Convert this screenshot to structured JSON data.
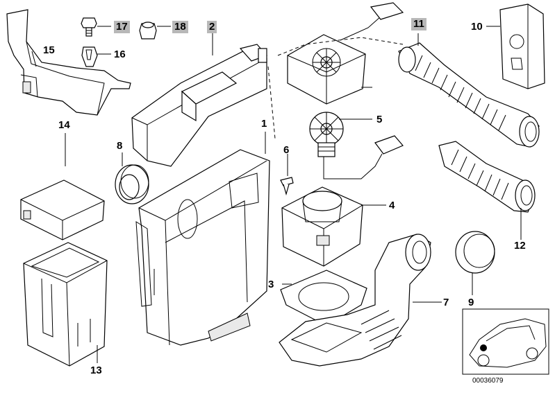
{
  "diagram": {
    "parts": [
      {
        "id": "p1",
        "number": "1",
        "highlighted": false
      },
      {
        "id": "p2",
        "number": "2",
        "highlighted": true
      },
      {
        "id": "p3",
        "number": "3",
        "highlighted": false
      },
      {
        "id": "p4",
        "number": "4",
        "highlighted": false
      },
      {
        "id": "p5",
        "number": "5",
        "highlighted": false
      },
      {
        "id": "p6",
        "number": "6",
        "highlighted": false
      },
      {
        "id": "p7",
        "number": "7",
        "highlighted": false
      },
      {
        "id": "p8",
        "number": "8",
        "highlighted": false
      },
      {
        "id": "p9",
        "number": "9",
        "highlighted": false
      },
      {
        "id": "p10",
        "number": "10",
        "highlighted": false
      },
      {
        "id": "p11",
        "number": "11",
        "highlighted": true
      },
      {
        "id": "p12",
        "number": "12",
        "highlighted": false
      },
      {
        "id": "p13",
        "number": "13",
        "highlighted": false
      },
      {
        "id": "p14",
        "number": "14",
        "highlighted": false
      },
      {
        "id": "p15",
        "number": "15",
        "highlighted": false
      },
      {
        "id": "p16",
        "number": "16",
        "highlighted": false
      },
      {
        "id": "p17",
        "number": "17",
        "highlighted": true
      },
      {
        "id": "p18",
        "number": "18",
        "highlighted": true
      }
    ],
    "document_id": "00036079",
    "highlight_color": "#b8b8b8"
  }
}
